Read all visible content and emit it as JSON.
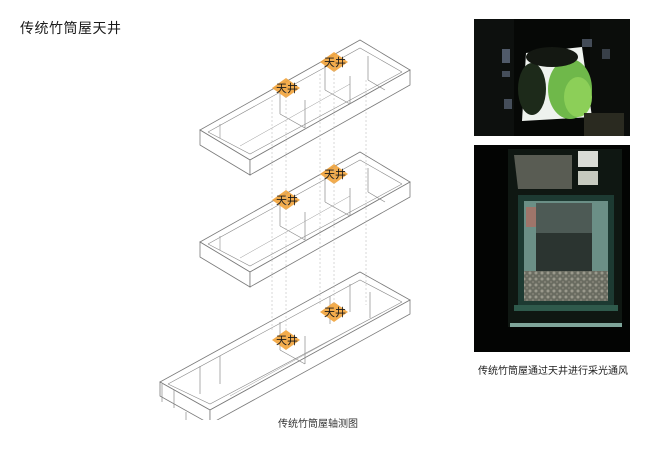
{
  "page": {
    "title": "传统竹筒屋天井"
  },
  "diagram": {
    "type": "axonometric",
    "caption": "传统竹筒屋轴测图",
    "levels": 3,
    "courtyard_label": "天井",
    "courtyards": [
      {
        "level": 1,
        "label": "天井",
        "position": "front"
      },
      {
        "level": 1,
        "label": "天井",
        "position": "rear"
      },
      {
        "level": 2,
        "label": "天井",
        "position": "front"
      },
      {
        "level": 2,
        "label": "天井",
        "position": "rear"
      },
      {
        "level": 3,
        "label": "天井",
        "position": "front"
      },
      {
        "level": 3,
        "label": "天井",
        "position": "rear"
      }
    ],
    "colors": {
      "courtyard_fill": "#F2A33A",
      "line": "#7a7a7a",
      "background": "#ffffff"
    }
  },
  "photos": [
    {
      "id": "photo-courtyard-sky",
      "subject": "looking up through courtyard with plants and sky"
    },
    {
      "id": "photo-window-view",
      "subject": "view through window to courtyard"
    }
  ],
  "photo_caption": "传统竹筒屋通过天井进行采光通风"
}
